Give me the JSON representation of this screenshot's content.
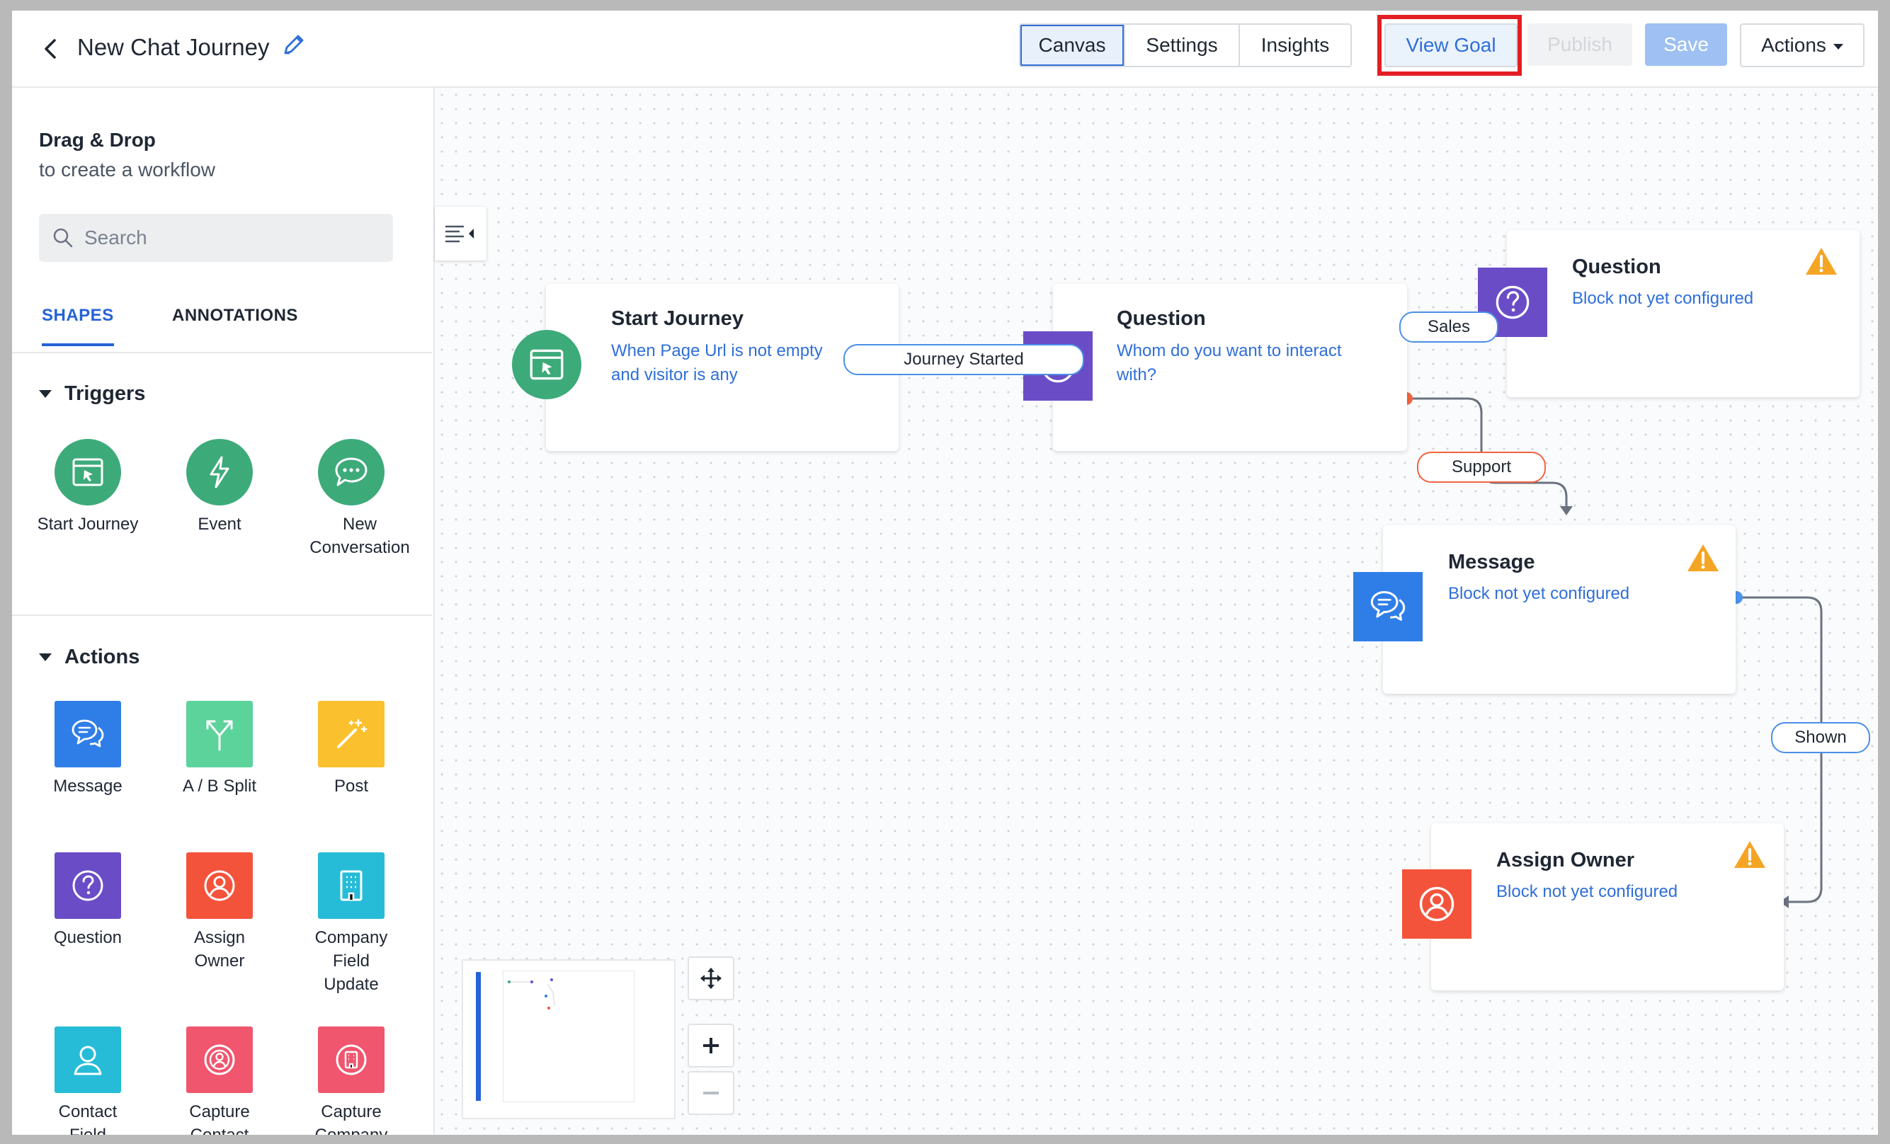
{
  "header": {
    "title": "New Chat Journey",
    "tabs": [
      {
        "label": "Canvas",
        "active": true
      },
      {
        "label": "Settings",
        "active": false
      },
      {
        "label": "Insights",
        "active": false
      }
    ],
    "view_goal_label": "View Goal",
    "publish_label": "Publish",
    "save_label": "Save",
    "actions_label": "Actions"
  },
  "sidebar": {
    "heading": "Drag & Drop",
    "subheading": "to create a workflow",
    "search_placeholder": "Search",
    "tabs": [
      "SHAPES",
      "ANNOTATIONS"
    ],
    "triggers": {
      "title": "Triggers",
      "items": [
        {
          "label": "Start Journey",
          "icon": "start-journey-icon",
          "color": "#3daa7a"
        },
        {
          "label": "Event",
          "icon": "lightning-icon",
          "color": "#3daa7a"
        },
        {
          "label": "New Conversation",
          "icon": "chat-bubble-icon",
          "color": "#3daa7a"
        }
      ]
    },
    "actions": {
      "title": "Actions",
      "items": [
        {
          "label": "Message",
          "icon": "message-icon",
          "color": "#2f7ee8"
        },
        {
          "label": "A / B Split",
          "icon": "split-icon",
          "color": "#5bd39b"
        },
        {
          "label": "Post",
          "icon": "magic-wand-icon",
          "color": "#fbc02d"
        },
        {
          "label": "Question",
          "icon": "question-icon",
          "color": "#6a4cc7"
        },
        {
          "label": "Assign Owner",
          "icon": "user-icon",
          "color": "#f4533b"
        },
        {
          "label": "Company Field Update",
          "icon": "building-icon",
          "color": "#26bcd7"
        },
        {
          "label": "Contact Field",
          "icon": "contact-icon",
          "color": "#26bcd7"
        },
        {
          "label": "Capture Contact",
          "icon": "capture-contact-icon",
          "color": "#f0566e"
        },
        {
          "label": "Capture Company",
          "icon": "capture-company-icon",
          "color": "#f0566e"
        }
      ]
    }
  },
  "canvas": {
    "nodes": {
      "start": {
        "title": "Start Journey",
        "desc_line1": "When Page Url is not empty",
        "desc_line2": "and visitor is any",
        "color": "#3daa7a"
      },
      "question1": {
        "title": "Question",
        "desc_line1": "Whom do you want to interact",
        "desc_line2": "with?",
        "color": "#6a4cc7"
      },
      "question2": {
        "title": "Question",
        "desc": "Block not yet configured",
        "color": "#6a4cc7"
      },
      "message": {
        "title": "Message",
        "desc": "Block not yet configured",
        "color": "#2f7ee8"
      },
      "assign": {
        "title": "Assign Owner",
        "desc": "Block not yet configured",
        "color": "#f4533b"
      }
    },
    "edges": {
      "journey_started": "Journey Started",
      "sales": "Sales",
      "support": "Support",
      "shown": "Shown"
    }
  }
}
